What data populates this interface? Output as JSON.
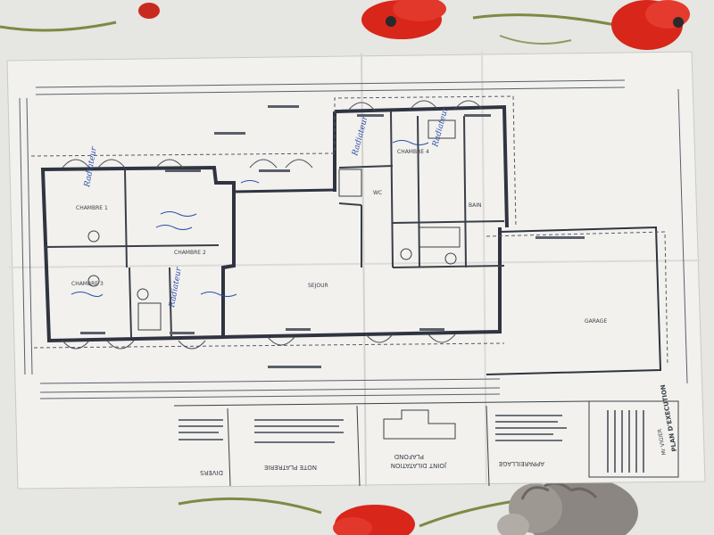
{
  "photo": {
    "subject": "floor-plan-sheet-on-flowered-tablecloth",
    "colors": {
      "tablecloth": "#e9e9e6",
      "poppy": "#d8261b",
      "stem": "#6e7a3a",
      "paper": "#f2f1ee",
      "ink": "#3a3f47",
      "blue_pen": "#2b4ea8",
      "cat_fur": "#8c8682"
    }
  },
  "plan": {
    "title_block": {
      "title": "PLAN D'EXECUTION",
      "client": "Mr VIGIER"
    },
    "legend_boxes": {
      "appareillage": "APPAREILLAGE",
      "joint_dilatation": "JOINT DILATATION",
      "plafond": "PLAFOND",
      "note_platrerie": "NOTE PLATRERIE",
      "divers": "DIVERS"
    },
    "room_labels": [
      "CHAMBRE 1",
      "CHAMBRE 2",
      "CHAMBRE 3",
      "CHAMBRE 4",
      "BAIN",
      "WC",
      "GARAGE",
      "SEJOUR"
    ],
    "handwritten_notes": [
      "Radiateur",
      "Radiateur",
      "Radiateur",
      "Radiateur"
    ]
  }
}
